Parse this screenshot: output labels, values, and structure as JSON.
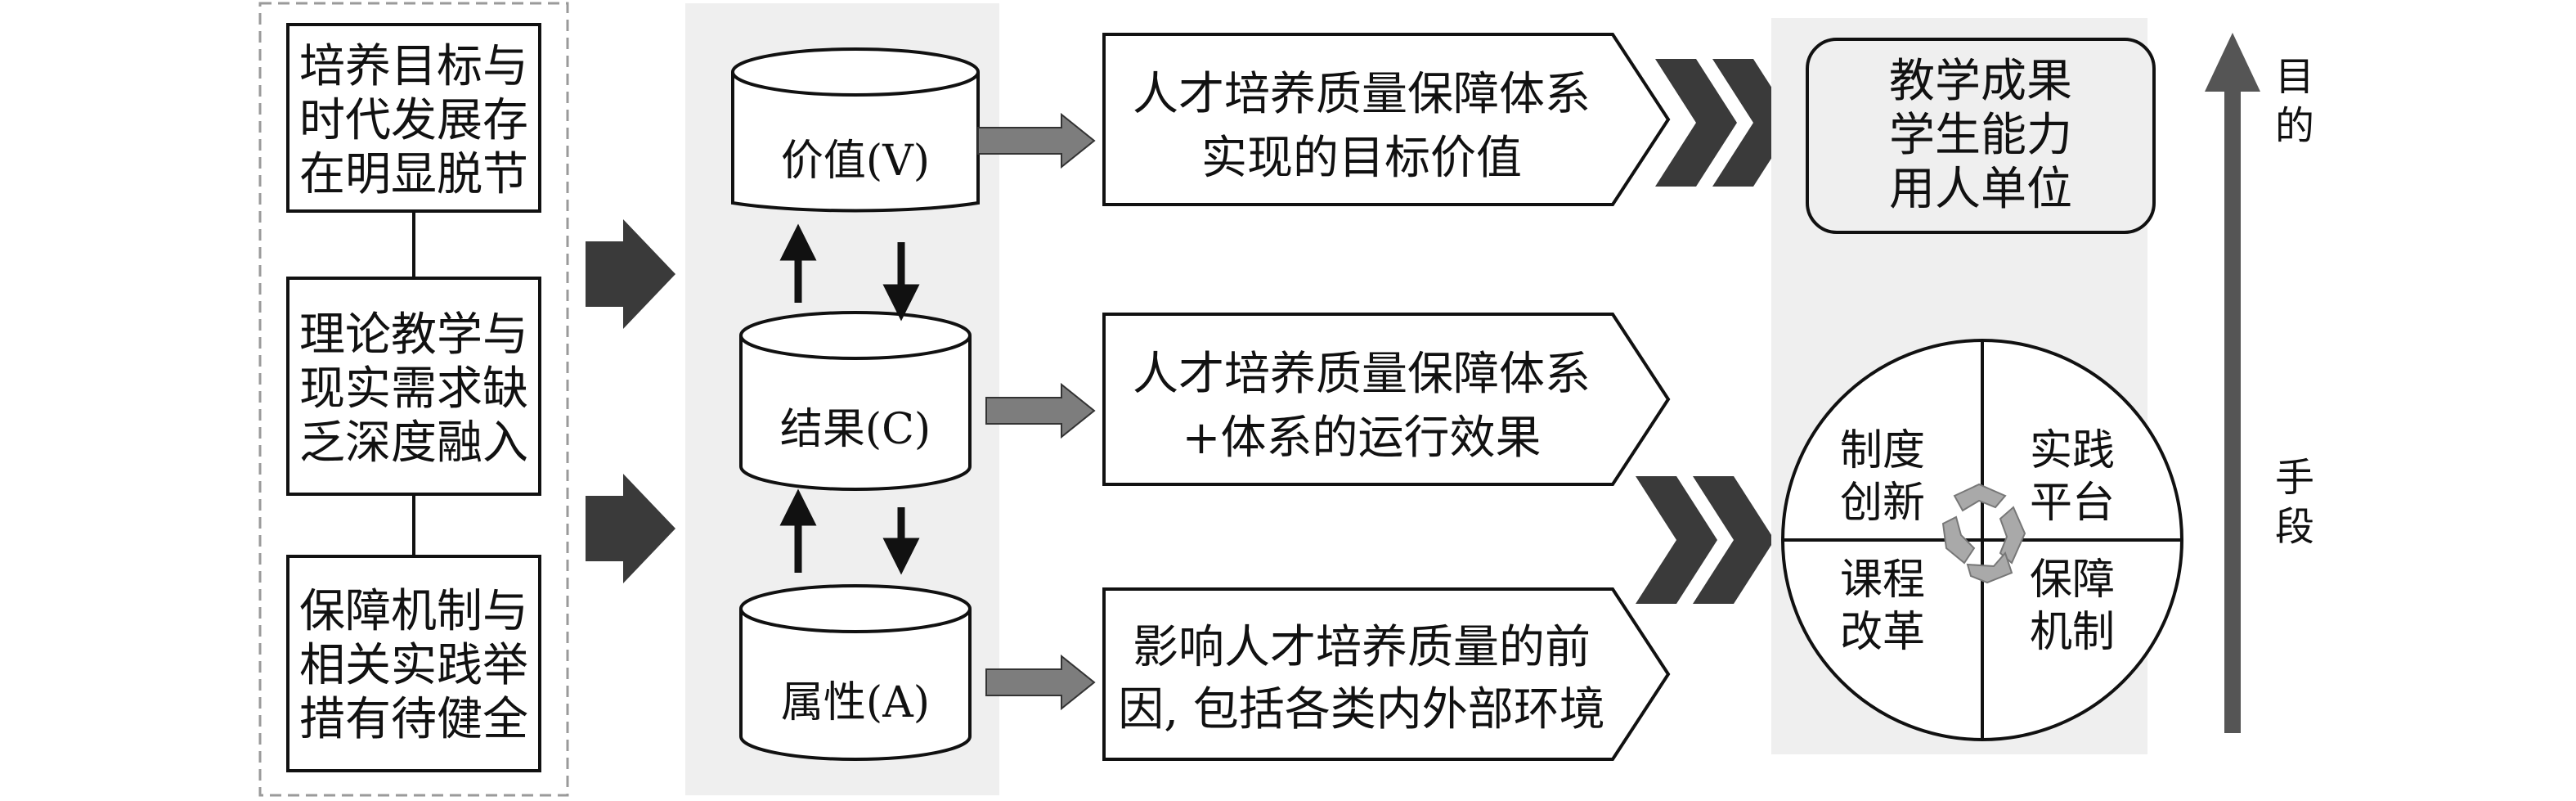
{
  "problems": {
    "items": [
      {
        "lines": [
          "培养目标与",
          "时代发展存",
          "在明显脱节"
        ]
      },
      {
        "lines": [
          "理论教学与",
          "现实需求缺",
          "乏深度融入"
        ]
      },
      {
        "lines": [
          "保障机制与",
          "相关实践举",
          "措有待健全"
        ]
      }
    ]
  },
  "model": {
    "cylinders": [
      {
        "label": "价值(V)"
      },
      {
        "label": "结果(C)"
      },
      {
        "label": "属性(A)"
      }
    ]
  },
  "descriptions": [
    {
      "lines": [
        "人才培养质量保障体系",
        "实现的目标价值"
      ]
    },
    {
      "lines": [
        "人才培养质量保障体系",
        "+体系的运行效果"
      ]
    },
    {
      "lines": [
        "影响人才培养质量的前",
        "因, 包括各类内外部环境"
      ]
    }
  ],
  "goals": {
    "lines": [
      "教学成果",
      "学生能力",
      "用人单位"
    ]
  },
  "means": {
    "quadrants": [
      {
        "lines": [
          "制度",
          "创新"
        ]
      },
      {
        "lines": [
          "实践",
          "平台"
        ]
      },
      {
        "lines": [
          "课程",
          "改革"
        ]
      },
      {
        "lines": [
          "保障",
          "机制"
        ]
      }
    ],
    "recycle_icon": "recycle-icon"
  },
  "axis": {
    "top_label": [
      "目",
      "的"
    ],
    "bottom_label": [
      "手",
      "段"
    ]
  },
  "colors": {
    "panel_bg": "#efefef",
    "dark_arrow": "#3a3a3a",
    "gray_arrow": "#7d7d7d",
    "icon_fill": "#a9a9a9"
  }
}
